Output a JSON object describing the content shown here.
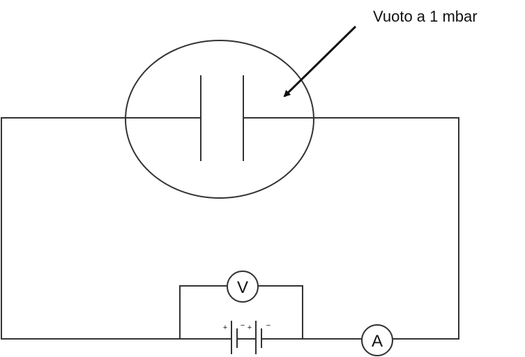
{
  "annotation": "Vuoto a 1 mbar",
  "voltmeter_label": "V",
  "ammeter_label": "A",
  "battery_signs": {
    "plus": "+",
    "minus": "−"
  }
}
